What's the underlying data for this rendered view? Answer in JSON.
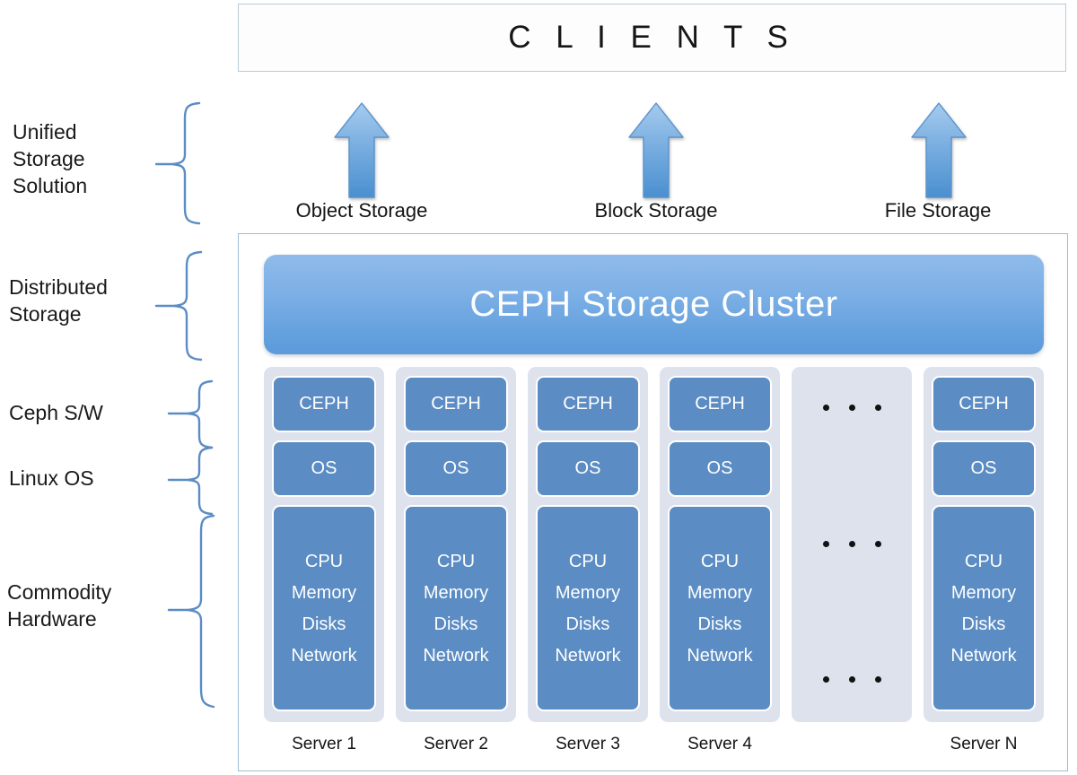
{
  "clients": {
    "label": "C L I E N T S"
  },
  "left_labels": [
    {
      "text": "Unified\nStorage\nSolution",
      "name": "label-unified-storage-solution"
    },
    {
      "text": "Distributed\nStorage",
      "name": "label-distributed-storage"
    },
    {
      "text": "Ceph S/W",
      "name": "label-ceph-sw"
    },
    {
      "text": "Linux OS",
      "name": "label-linux-os"
    },
    {
      "text": "Commodity\nHardware",
      "name": "label-commodity-hardware"
    }
  ],
  "interfaces": [
    {
      "caption": "Object Storage",
      "icon": "up-arrow-icon"
    },
    {
      "caption": "Block Storage",
      "icon": "up-arrow-icon"
    },
    {
      "caption": "File Storage",
      "icon": "up-arrow-icon"
    }
  ],
  "cluster": {
    "label": "CEPH Storage Cluster"
  },
  "servers": [
    {
      "caption": "Server 1",
      "ceph": "CEPH",
      "os": "OS",
      "hardware": [
        "CPU",
        "Memory",
        "Disks",
        "Network"
      ]
    },
    {
      "caption": "Server 2",
      "ceph": "CEPH",
      "os": "OS",
      "hardware": [
        "CPU",
        "Memory",
        "Disks",
        "Network"
      ]
    },
    {
      "caption": "Server 3",
      "ceph": "CEPH",
      "os": "OS",
      "hardware": [
        "CPU",
        "Memory",
        "Disks",
        "Network"
      ]
    },
    {
      "caption": "Server 4",
      "ceph": "CEPH",
      "os": "OS",
      "hardware": [
        "CPU",
        "Memory",
        "Disks",
        "Network"
      ]
    },
    {
      "caption": "",
      "ellipsis": true
    },
    {
      "caption": "Server N",
      "ceph": "CEPH",
      "os": "OS",
      "hardware": [
        "CPU",
        "Memory",
        "Disks",
        "Network"
      ]
    }
  ],
  "colors": {
    "node_blue": "#5b8cc3",
    "cluster_gradient_top": "#8fbbea",
    "cluster_gradient_bottom": "#5b9adb",
    "arrow_gradient_top": "#9cc3ea",
    "arrow_gradient_bottom": "#4a8fd0",
    "server_tray": "#dee2ec",
    "panel_border": "#9fbdd4",
    "brace_stroke": "#5b8cc3"
  }
}
